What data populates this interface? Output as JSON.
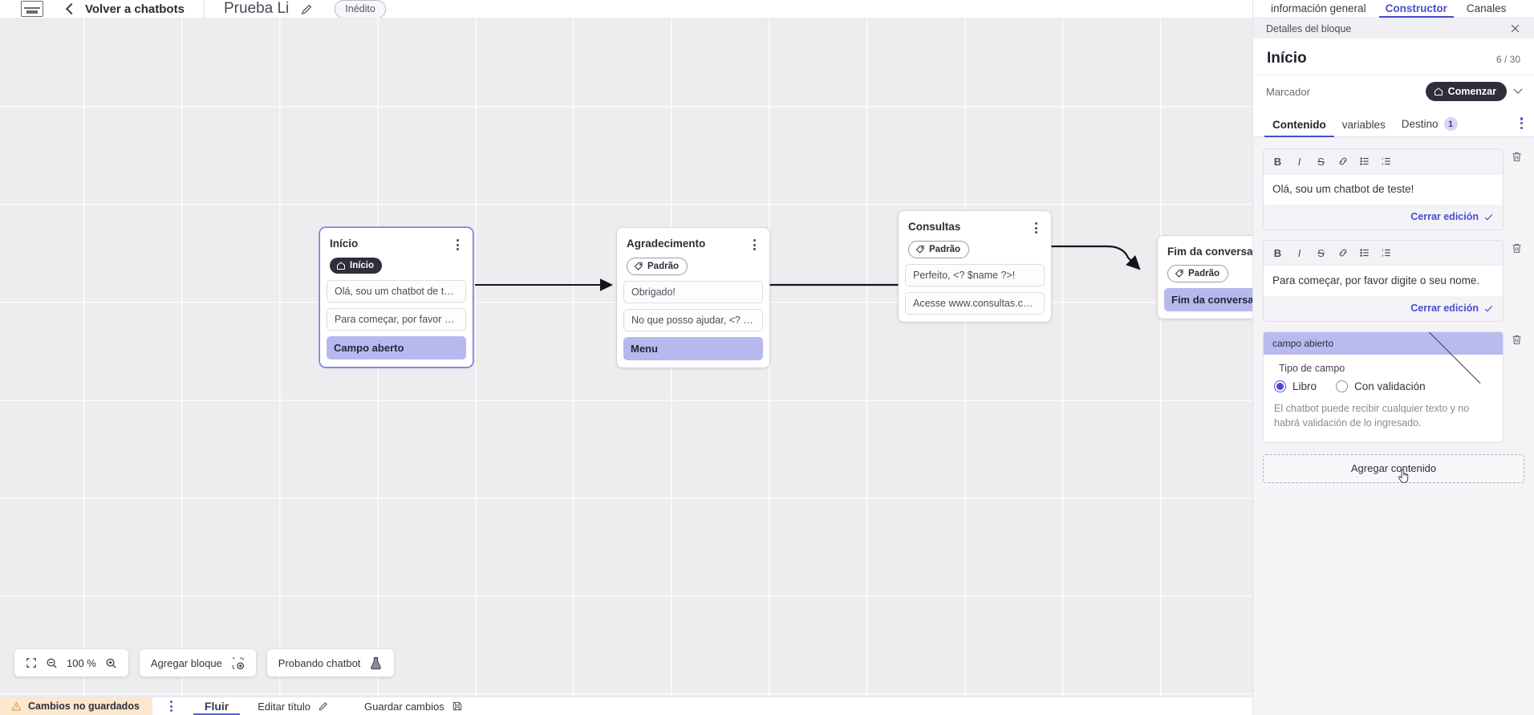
{
  "topbar": {
    "logo_icon": "brand-logo-icon",
    "back_label": "Volver a chatbots",
    "bot_title": "Prueba Li",
    "edit_icon": "pencil-icon",
    "status_badge": "Inédito"
  },
  "canvas": {
    "zoom_level": "100 %",
    "fit_icon": "fit-screen-icon",
    "zoom_out_icon": "zoom-out-icon",
    "zoom_in_icon": "zoom-in-icon",
    "add_block_label": "Agregar bloque",
    "add_block_icon": "add-block-icon",
    "test_bot_label": "Probando chatbot",
    "test_bot_icon": "flask-icon",
    "nodes": [
      {
        "title": "Início",
        "tag": "Início",
        "tag_type": "inicio",
        "tag_icon": "home-icon",
        "selected": true,
        "messages": [
          "Olá, sou um chatbot de teste!",
          "Para começar, por favor digite o ..."
        ],
        "field_chip": "Campo aberto"
      },
      {
        "title": "Agradecimento",
        "tag": "Padrão",
        "tag_type": "padrao",
        "tag_icon": "tag-icon",
        "selected": false,
        "messages": [
          "Obrigado!",
          "No que posso ajudar, <? $name ..."
        ],
        "field_chip": "Menu"
      },
      {
        "title": "Consultas",
        "tag": "Padrão",
        "tag_type": "padrao",
        "tag_icon": "tag-icon",
        "selected": false,
        "messages": [
          "Perfeito, <? $name ?>!",
          "Acesse www.consultas.com par..."
        ],
        "field_chip": ""
      },
      {
        "title": "Fim da conversa",
        "tag": "Padrão",
        "tag_type": "padrao",
        "tag_icon": "tag-icon",
        "selected": false,
        "messages": [],
        "field_chip": "Fim da conversa"
      }
    ]
  },
  "statusbar": {
    "unsaved_label": "Cambios no guardados",
    "warning_icon": "warning-triangle-icon",
    "kebab_icon": "more-vertical-icon",
    "tab_flow": "Fluir",
    "edit_title_label": "Editar título",
    "edit_title_icon": "pencil-icon",
    "save_label": "Guardar cambios",
    "save_icon": "save-disk-icon"
  },
  "panel": {
    "tabs": [
      {
        "label": "información general",
        "active": false
      },
      {
        "label": "Constructor",
        "active": true
      },
      {
        "label": "Canales",
        "active": false
      }
    ],
    "subheader": "Detalles del bloque",
    "close_icon": "close-icon",
    "block_title": "Início",
    "counter": "6 / 30",
    "marker_label": "Marcador",
    "marker_pill": "Comenzar",
    "marker_pill_icon": "home-icon",
    "marker_chevron_icon": "chevron-down-icon",
    "content_tabs": [
      {
        "label": "Contenido",
        "active": true,
        "badge": ""
      },
      {
        "label": "variables",
        "active": false,
        "badge": ""
      },
      {
        "label": "Destino",
        "active": false,
        "badge": "1"
      }
    ],
    "overflow_icon": "more-vertical-icon",
    "editor_toolbar": [
      {
        "icon": "bold-icon",
        "glyph": "B"
      },
      {
        "icon": "italic-icon",
        "glyph": "I"
      },
      {
        "icon": "strikethrough-icon",
        "glyph": "S"
      },
      {
        "icon": "link-icon",
        "glyph": ""
      },
      {
        "icon": "bulleted-list-icon",
        "glyph": ""
      },
      {
        "icon": "numbered-list-icon",
        "glyph": ""
      }
    ],
    "editors": [
      {
        "text": "Olá, sou um chatbot de teste!",
        "close_label": "Cerrar edición",
        "check_icon": "check-icon",
        "delete_icon": "trash-icon"
      },
      {
        "text": "Para começar, por favor digite o seu nome.",
        "close_label": "Cerrar edición",
        "check_icon": "check-icon",
        "delete_icon": "trash-icon"
      }
    ],
    "field_block": {
      "header": "campo abierto",
      "collapse_icon": "chevron-up-icon",
      "delete_icon": "trash-icon",
      "type_label": "Tipo de campo",
      "options": [
        {
          "label": "Libro",
          "selected": true
        },
        {
          "label": "Con validación",
          "selected": false
        }
      ],
      "help_text": "El chatbot puede recibir cualquier texto y no habrá validación de lo ingresado."
    },
    "add_content_label": "Agregar contenido",
    "cursor_icon": "hand-pointer-cursor"
  },
  "colors": {
    "accent": "#4b4bd1",
    "chip": "#b7b9ee",
    "dark_pill": "#2e2e3c",
    "warning_bg": "#fbe8cf",
    "canvas_bg": "#ededf0"
  }
}
